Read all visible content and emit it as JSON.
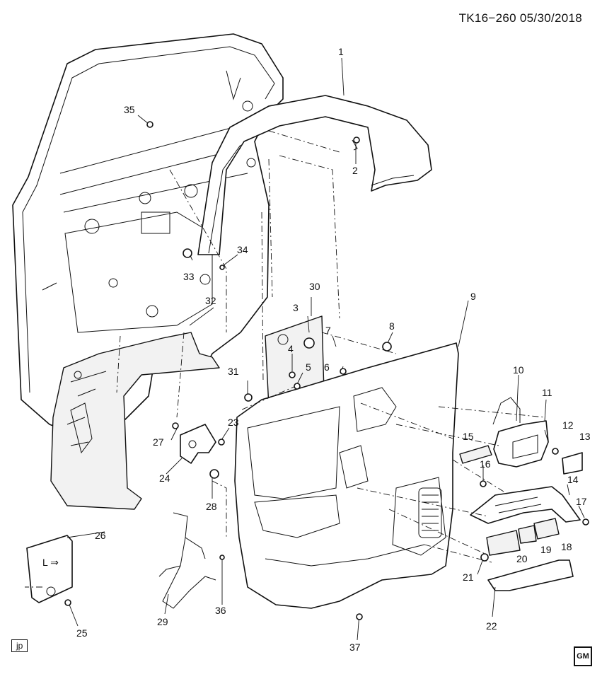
{
  "header": {
    "code": "TK16−260  05/30/2018"
  },
  "corner_tag": "jp",
  "logo": {
    "text": "GM",
    "icon": "gm-logo-icon"
  },
  "callouts": [
    "1",
    "2",
    "3",
    "4",
    "5",
    "6",
    "7",
    "8",
    "9",
    "10",
    "11",
    "12",
    "13",
    "14",
    "15",
    "16",
    "17",
    "18",
    "19",
    "20",
    "21",
    "22",
    "23",
    "24",
    "25",
    "26",
    "27",
    "28",
    "29",
    "30",
    "31",
    "32",
    "33",
    "34",
    "35",
    "36",
    "37"
  ],
  "placard_text": "L ⇒"
}
